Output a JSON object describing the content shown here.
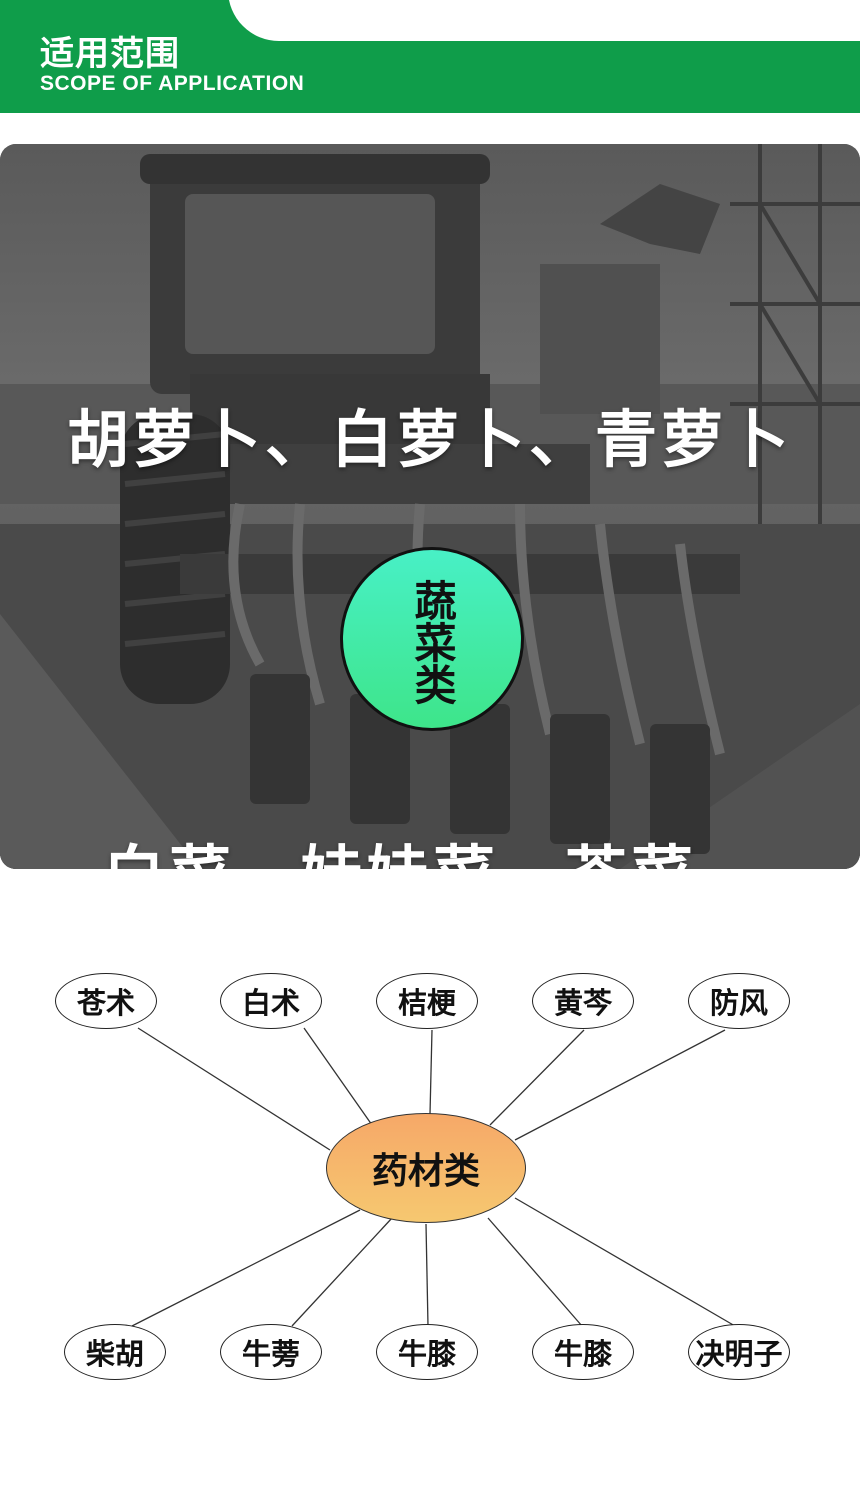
{
  "header": {
    "title": "适用范围",
    "subtitle": "SCOPE OF APPLICATION"
  },
  "vegetables": {
    "line_1": "胡萝卜、白萝卜、青萝卜",
    "category": "蔬菜类",
    "line_2": "白菜、娃娃菜、芥菜"
  },
  "herbs": {
    "category": "药材类",
    "top_row": [
      "苍术",
      "白术",
      "桔梗",
      "黄芩",
      "防风"
    ],
    "bottom_row": [
      "柴胡",
      "牛蒡",
      "牛膝",
      "牛膝",
      "决明子"
    ]
  },
  "colors": {
    "brand_green": "#0f9d4a",
    "circle_gradient_top": "#48f0c6",
    "circle_gradient_bottom": "#3ee58a",
    "hub_gradient_top": "#f6a868",
    "hub_gradient_bottom": "#f6c870"
  }
}
